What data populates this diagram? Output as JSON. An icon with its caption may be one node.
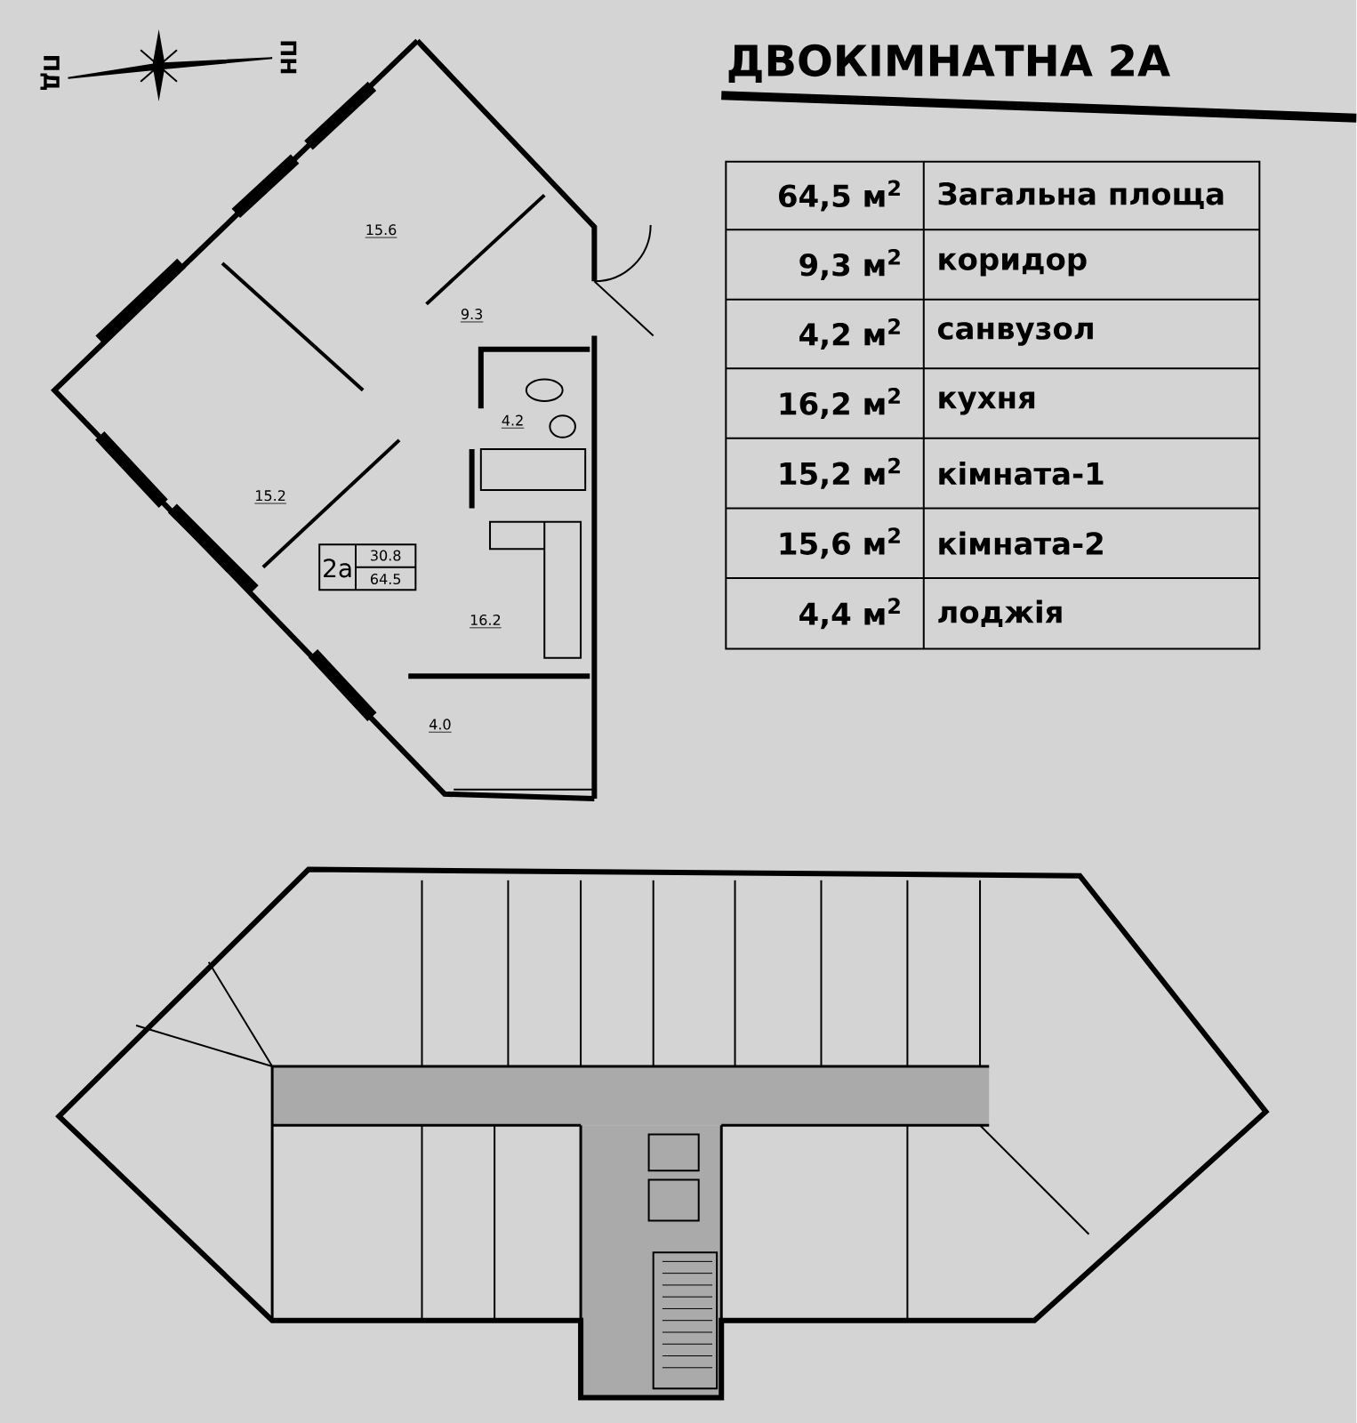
{
  "diagram": {
    "title": "ДВОКІМНАТНА 2А",
    "labels": [
      "ПД",
      "ПН",
      "64,5 м$^{2}$",
      "Загальна площа",
      "9,3 м$^{2}$",
      "коридор",
      "4,2 м$^{2}$",
      "санвузол",
      "16,2 м$^{2}$",
      "кухня",
      "15,2 м$^{2}$",
      "кімната-1",
      "15,6 м$^{2}$",
      "кімната-2",
      "4,4 м$^{2}$",
      "лоджія",
      "15.6",
      "9.3",
      "4.2",
      "15.2",
      "2а",
      "30.8",
      "64.5",
      "16.2",
      "4.0"
    ]
  }
}
